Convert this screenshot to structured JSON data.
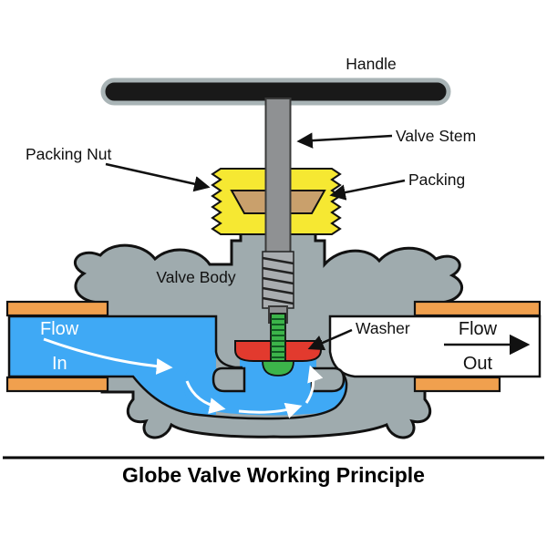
{
  "diagram": {
    "title": "Globe Valve Working Principle",
    "labels": {
      "handle": "Handle",
      "valve_stem": "Valve Stem",
      "packing_nut": "Packing Nut",
      "packing": "Packing",
      "valve_body": "Valve Body",
      "washer": "Washer",
      "flow_in_1": "Flow",
      "flow_in_2": "In",
      "flow_out_1": "Flow",
      "flow_out_2": "Out"
    },
    "colors": {
      "body_gray": "#9fabae",
      "handle_black": "#191919",
      "handle_outline": "#a9b4b6",
      "stem_gray": "#8f9193",
      "packing_nut_yellow": "#f6e832",
      "packing_tan": "#c9a06c",
      "flow_blue": "#3fa9f5",
      "flange_orange": "#f0a04e",
      "washer_red": "#e23a2e",
      "disc_green": "#3cb44a",
      "outline_black": "#111111",
      "flow_arrow_white": "#ffffff"
    }
  }
}
